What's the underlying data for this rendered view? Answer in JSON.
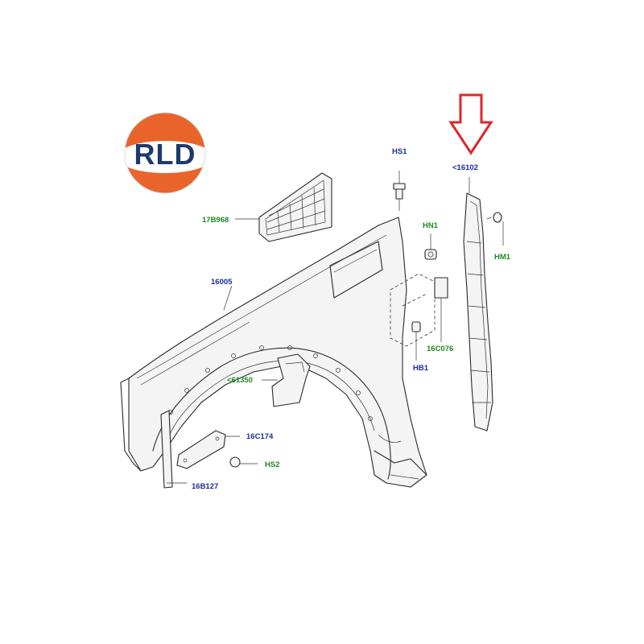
{
  "logo": {
    "text": "RLD",
    "colors": {
      "orange": "#e8642a",
      "navy": "#1c3a6e"
    }
  },
  "highlight_arrow": {
    "color": "#e0242a",
    "icon": "down-arrow-icon"
  },
  "callouts": [
    {
      "id": "hs1",
      "text": "HS1",
      "color": "blue"
    },
    {
      "id": "p16102",
      "text": "<16102",
      "color": "blue"
    },
    {
      "id": "hn1",
      "text": "HN1",
      "color": "green"
    },
    {
      "id": "hm1",
      "text": "HM1",
      "color": "green"
    },
    {
      "id": "p17b968",
      "text": "17B968",
      "color": "green"
    },
    {
      "id": "p16005",
      "text": "16005",
      "color": "blue"
    },
    {
      "id": "p16c076",
      "text": "16C076",
      "color": "green"
    },
    {
      "id": "hb1",
      "text": "HB1",
      "color": "blue"
    },
    {
      "id": "p61350",
      "text": "<61350",
      "color": "green"
    },
    {
      "id": "p16c174",
      "text": "16C174",
      "color": "blue"
    },
    {
      "id": "hs2",
      "text": "HS2",
      "color": "green"
    },
    {
      "id": "p16b127",
      "text": "16B127",
      "color": "blue"
    }
  ]
}
